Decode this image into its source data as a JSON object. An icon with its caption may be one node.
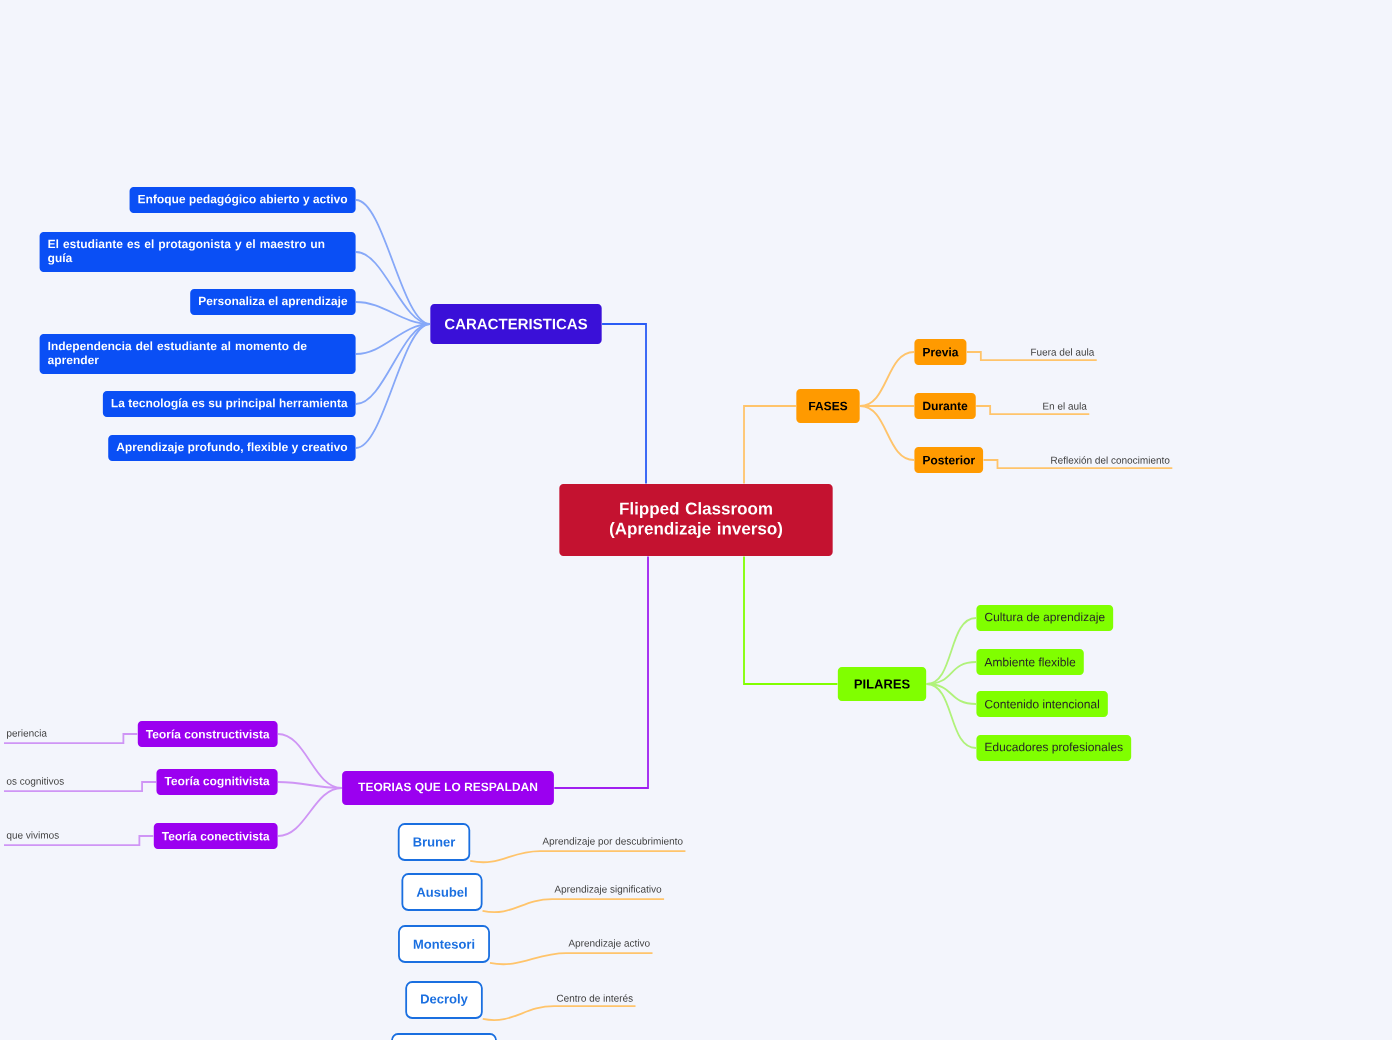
{
  "diagram": {
    "nodes": [
      {
        "text": [
          "Flipped Classroom (Aprendizaje inverso)"
        ]
      },
      {
        "text": [
          "CARACTERISTICAS"
        ]
      },
      {
        "text": [
          "Enfoque pedagógico abierto y activo"
        ]
      },
      {
        "text": [
          "El estudiante es el protagonista y el maestro un guía"
        ]
      },
      {
        "text": [
          "Personaliza el aprendizaje"
        ]
      },
      {
        "text": [
          "Independencia del estudiante al momento de aprender"
        ]
      },
      {
        "text": [
          "La tecnología es su principal herramienta"
        ]
      },
      {
        "text": [
          "Aprendizaje profundo, flexible y creativo"
        ]
      },
      {
        "text": [
          "FASES"
        ]
      },
      {
        "text": [
          "Previa"
        ]
      },
      {
        "text": [
          "Durante"
        ]
      },
      {
        "text": [
          "Posterior"
        ]
      },
      {
        "text": [
          "Fuera del aula"
        ]
      },
      {
        "text": [
          "En el aula"
        ]
      },
      {
        "text": [
          "Reflexión del conocimiento"
        ]
      },
      {
        "text": [
          "PILARES"
        ]
      },
      {
        "text": [
          "Cultura de aprendizaje"
        ]
      },
      {
        "text": [
          "Ambiente flexible"
        ]
      },
      {
        "text": [
          "Contenido intencional"
        ]
      },
      {
        "text": [
          "Educadores profesionales"
        ]
      },
      {
        "text": [
          "TEORIAS QUE LO RESPALDAN"
        ]
      },
      {
        "text": [
          "Teoría constructivista"
        ]
      },
      {
        "text": [
          "Teoría cognitivista"
        ]
      },
      {
        "text": [
          "Teoría conectivista"
        ]
      },
      {
        "text": [
          "periencia"
        ]
      },
      {
        "text": [
          "os cognitivos"
        ]
      },
      {
        "text": [
          "que vivimos"
        ]
      },
      {
        "text": [
          "Bruner"
        ]
      },
      {
        "text": [
          "Ausubel"
        ]
      },
      {
        "text": [
          "Montesori"
        ]
      },
      {
        "text": [
          "Decroly"
        ]
      },
      {
        "text": [],
        "shape": "box"
      },
      {
        "text": [
          "Aprendizaje por descubrimiento"
        ]
      },
      {
        "text": [
          "Aprendizaje significativo"
        ]
      },
      {
        "text": [
          "Aprendizaje activo"
        ]
      },
      {
        "text": [
          "Centro de interés"
        ]
      }
    ],
    "edges": [
      {
        "from": 0,
        "to": 1,
        "arrow": "none",
        "color": "#2a5cf5"
      },
      {
        "from": 0,
        "to": 8,
        "arrow": "none"
      },
      {
        "from": 0,
        "to": 15,
        "arrow": "none",
        "color": "#80ff00"
      },
      {
        "from": 0,
        "to": 20,
        "arrow": "none",
        "color": "#a020f0"
      },
      {
        "from": 1,
        "to": 2,
        "arrow": "none",
        "color": "#86a8f8"
      },
      {
        "from": 1,
        "to": 3,
        "arrow": "none",
        "color": "#86a8f8"
      },
      {
        "from": 1,
        "to": 4,
        "arrow": "none",
        "color": "#86a8f8"
      },
      {
        "from": 1,
        "to": 5,
        "arrow": "none",
        "color": "#86a8f8"
      },
      {
        "from": 1,
        "to": 6,
        "arrow": "none",
        "color": "#86a8f8"
      },
      {
        "from": 1,
        "to": 7,
        "arrow": "none",
        "color": "#86a8f8"
      },
      {
        "from": 8,
        "to": 9,
        "arrow": "none"
      },
      {
        "from": 8,
        "to": 10,
        "arrow": "none"
      },
      {
        "from": 8,
        "to": 11,
        "arrow": "none"
      },
      {
        "from": 9,
        "to": 12,
        "arrow": "none"
      },
      {
        "from": 10,
        "to": 13,
        "arrow": "none"
      },
      {
        "from": 11,
        "to": 14,
        "arrow": "none"
      },
      {
        "from": 15,
        "to": 16,
        "arrow": "none",
        "color": "#b0f27a"
      },
      {
        "from": 15,
        "to": 17,
        "arrow": "none",
        "color": "#b0f27a"
      },
      {
        "from": 15,
        "to": 18,
        "arrow": "none",
        "color": "#b0f27a"
      },
      {
        "from": 15,
        "to": 19,
        "arrow": "none",
        "color": "#b0f27a"
      },
      {
        "from": 20,
        "to": 21,
        "arrow": "none",
        "color": "#cf95f5"
      },
      {
        "from": 20,
        "to": 22,
        "arrow": "none",
        "color": "#cf95f5"
      },
      {
        "from": 20,
        "to": 23,
        "arrow": "none",
        "color": "#cf95f5"
      },
      {
        "from": 21,
        "to": 24,
        "arrow": "none",
        "color": "#cf95f5"
      },
      {
        "from": 22,
        "to": 25,
        "arrow": "none",
        "color": "#cf95f5"
      },
      {
        "from": 23,
        "to": 26,
        "arrow": "none",
        "color": "#cf95f5"
      },
      {
        "from": 27,
        "to": 32,
        "arrow": "none"
      },
      {
        "from": 28,
        "to": 33,
        "arrow": "none"
      },
      {
        "from": 29,
        "to": 34,
        "arrow": "none"
      },
      {
        "from": 30,
        "to": 35,
        "arrow": "none"
      }
    ]
  }
}
